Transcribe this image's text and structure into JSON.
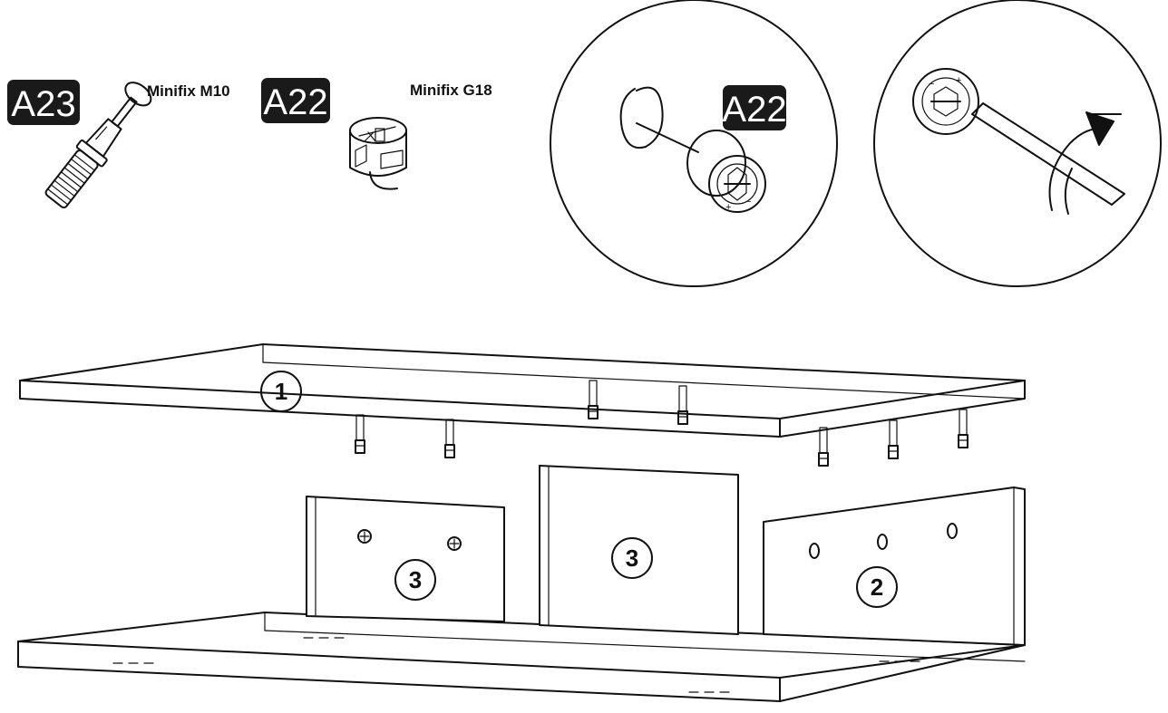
{
  "hardware": [
    {
      "code": "A23",
      "name": "Minifix M10"
    },
    {
      "code": "A22",
      "name": "Minifix G18"
    }
  ],
  "detail_tag": "A22",
  "panel_numbers": {
    "top": "1",
    "side_left": "3",
    "center": "3",
    "side_right": "2"
  },
  "colors": {
    "tag_background": "#1a1a1a",
    "tag_text": "#ffffff",
    "line": "#111111"
  }
}
